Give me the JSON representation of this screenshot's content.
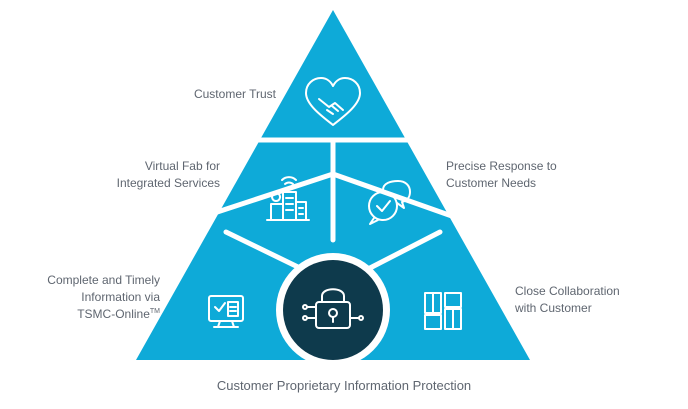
{
  "colors": {
    "segment_fill": "#0eaad8",
    "divider": "#ffffff",
    "center_fill": "#0e3a4c",
    "center_ring": "#ffffff",
    "icon_stroke": "#ffffff",
    "label_text": "#5f6670"
  },
  "segments": [
    {
      "id": "customer-trust",
      "label_lines": [
        "Customer Trust"
      ],
      "icon": "handshake-heart-icon"
    },
    {
      "id": "virtual-fab",
      "label_lines": [
        "Virtual Fab for",
        "Integrated Services"
      ],
      "icon": "buildings-signal-icon"
    },
    {
      "id": "precise-response",
      "label_lines": [
        "Precise Response to",
        "Customer Needs"
      ],
      "icon": "chat-check-icon"
    },
    {
      "id": "complete-timely-info",
      "label_lines": [
        "Complete and Timely",
        "Information via",
        "TSMC-Online"
      ],
      "label_superscript": "TM",
      "icon": "monitor-check-icon"
    },
    {
      "id": "close-collaboration",
      "label_lines": [
        "Close Collaboration",
        "with Customer"
      ],
      "icon": "linked-blocks-icon"
    }
  ],
  "center": {
    "label": "Customer Proprietary Information Protection",
    "icon": "lock-circuit-icon"
  }
}
